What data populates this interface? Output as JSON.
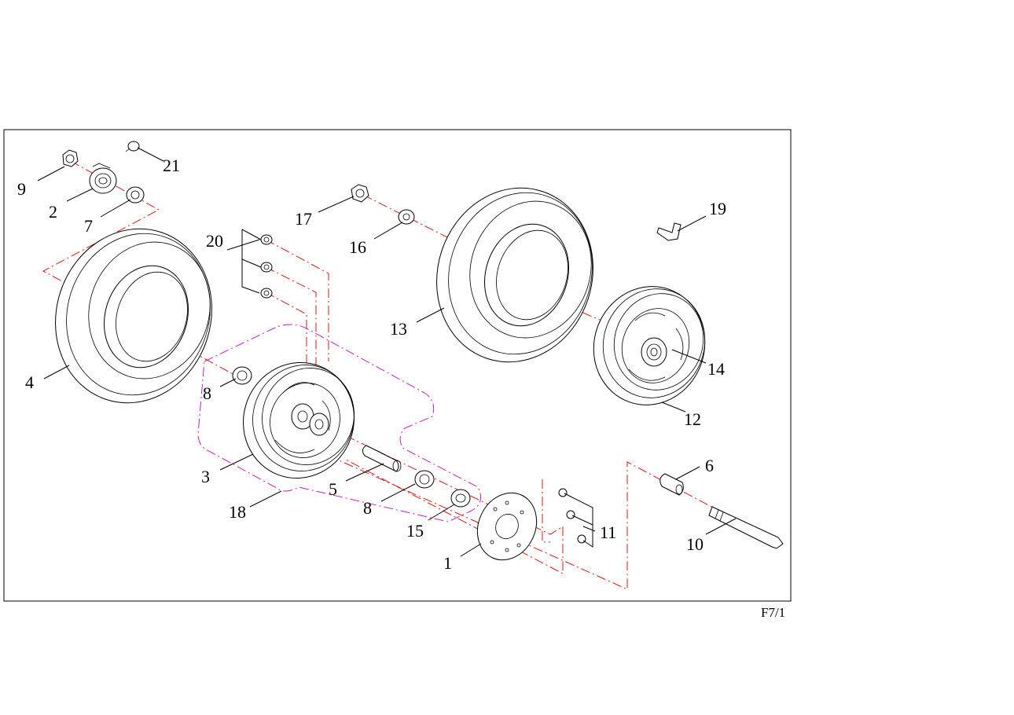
{
  "figure": {
    "page_code": "F7/1",
    "part_numbers": [
      "1",
      "2",
      "3",
      "4",
      "5",
      "6",
      "7",
      "8",
      "8",
      "9",
      "10",
      "11",
      "12",
      "13",
      "14",
      "15",
      "16",
      "17",
      "18",
      "19",
      "20",
      "21"
    ]
  },
  "colors": {
    "line": "#000000",
    "centerline": "#d81818",
    "highlight": "#c020c0",
    "background": "#ffffff"
  }
}
